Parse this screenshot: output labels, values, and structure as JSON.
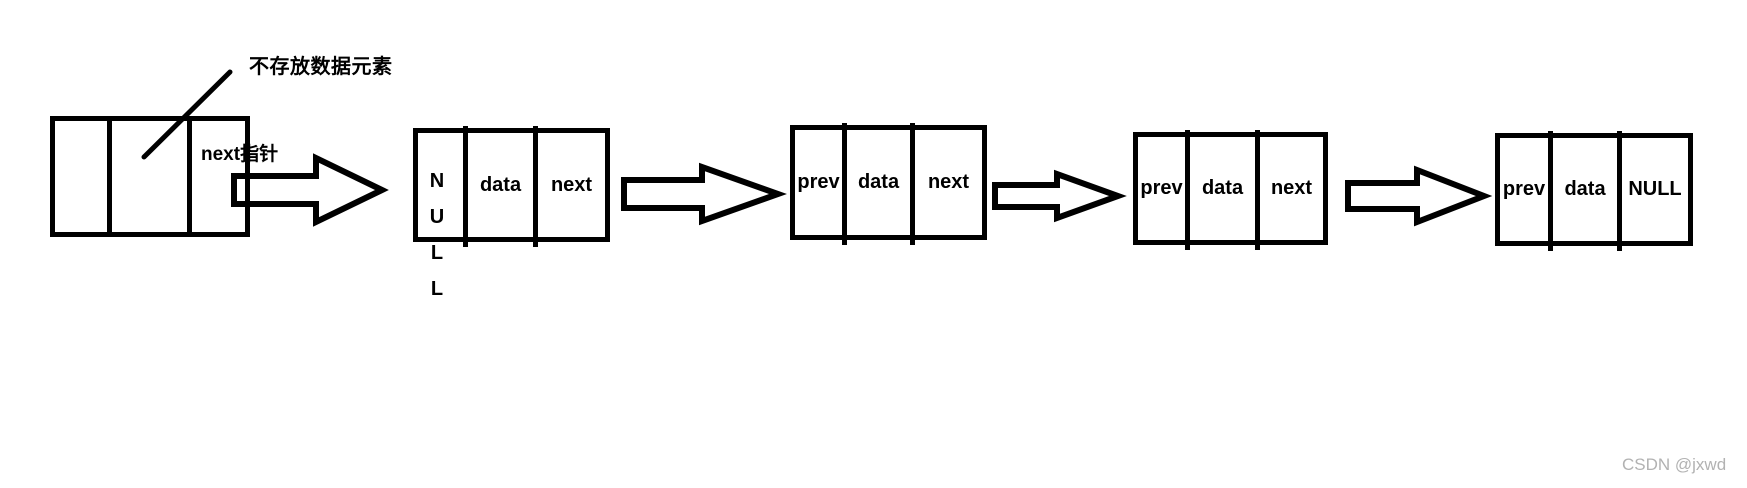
{
  "annotations": {
    "head_note": "不存放数据元素",
    "next_pointer": "next指针"
  },
  "nodes": [
    {
      "id": "head-node",
      "cells": [
        "",
        "",
        ""
      ]
    },
    {
      "id": "first-node",
      "cells": [
        "NULL",
        "data",
        "next"
      ],
      "null_letters": [
        "N",
        "U",
        "L",
        "L"
      ]
    },
    {
      "id": "second-node",
      "cells": [
        "prev",
        "data",
        "next"
      ]
    },
    {
      "id": "third-node",
      "cells": [
        "prev",
        "data",
        "next"
      ]
    },
    {
      "id": "tail-node",
      "cells": [
        "prev",
        "data",
        "NULL"
      ]
    }
  ],
  "watermark": "CSDN @jxwd",
  "colors": {
    "stroke": "#000000",
    "background": "#ffffff",
    "arrow_fill": "#ffffff",
    "watermark": "#b2b2b2"
  }
}
